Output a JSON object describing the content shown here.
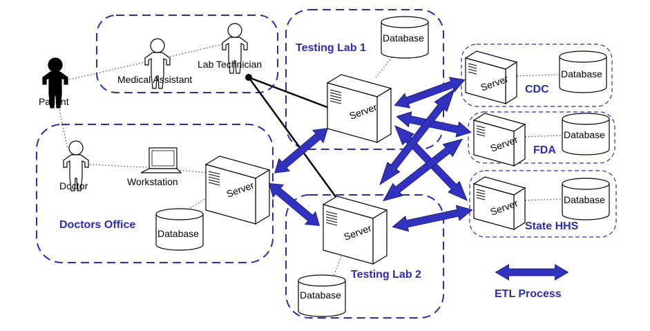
{
  "groups": {
    "doctors_office": "Doctors Office",
    "testing_lab_1": "Testing Lab 1",
    "testing_lab_2": "Testing Lab 2",
    "cdc": "CDC",
    "fda": "FDA",
    "state_hhs": "State HHS"
  },
  "people": {
    "patient": "Patient",
    "medical_assistant": "Medical Assistant",
    "lab_technician": "Lab Technician",
    "doctor": "Doctor"
  },
  "devices": {
    "workstation": "Workstation",
    "server": "Server",
    "database": "Database"
  },
  "legend": {
    "etl": "ETL Process"
  },
  "colors": {
    "accent": "#2b2bb5",
    "arrow_fill": "#3232c0"
  }
}
